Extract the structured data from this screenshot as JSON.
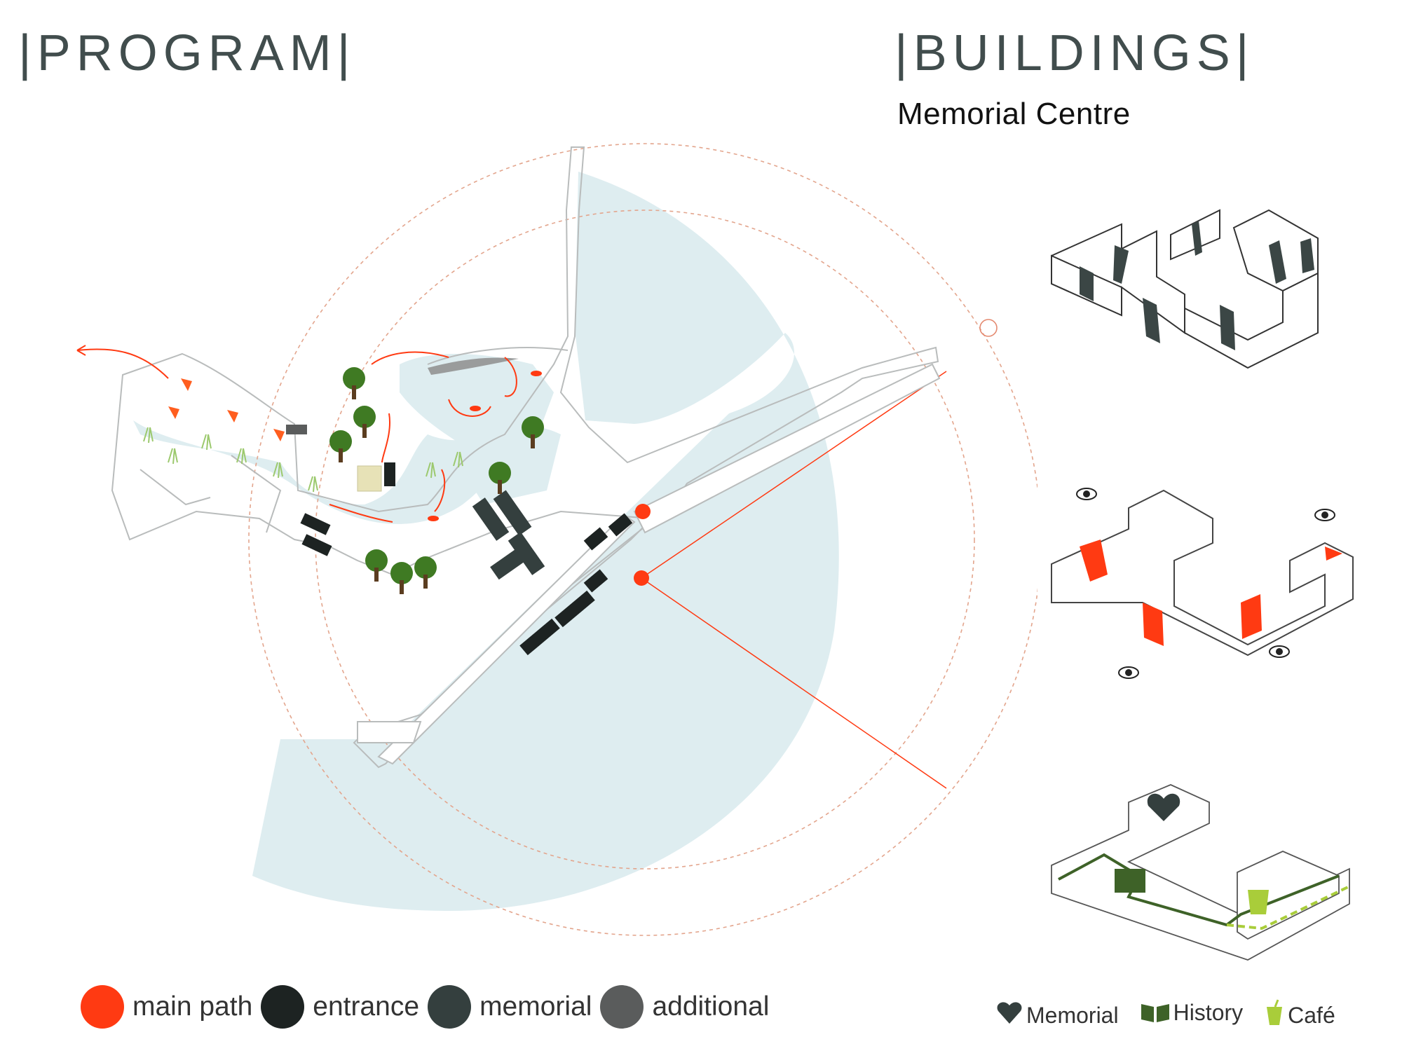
{
  "headings": {
    "program": "|PROGRAM|",
    "buildings": "|BUILDINGS|",
    "subtitle": "Memorial Centre"
  },
  "colors": {
    "water": "#deedf0",
    "main_path": "#ff3a12",
    "entrance": "#1d2322",
    "memorial": "#343f3e",
    "additional": "#5a5c5c",
    "tree": "#3f7a23",
    "history": "#3e6228",
    "cafe": "#a9cd3a"
  },
  "program_legend": [
    {
      "label": "main path",
      "color": "#ff3a12",
      "icon": "red-dot-icon"
    },
    {
      "label": "entrance",
      "color": "#1d2322",
      "icon": "black-dot-icon"
    },
    {
      "label": "memorial",
      "color": "#343f3e",
      "icon": "dark-dot-icon"
    },
    {
      "label": "additional",
      "color": "#5a5c5c",
      "icon": "gray-dot-icon"
    }
  ],
  "buildings_legend": [
    {
      "label": "Memorial",
      "icon": "heart-icon"
    },
    {
      "label": "History",
      "icon": "book-icon"
    },
    {
      "label": "Café",
      "icon": "cup-icon"
    }
  ]
}
